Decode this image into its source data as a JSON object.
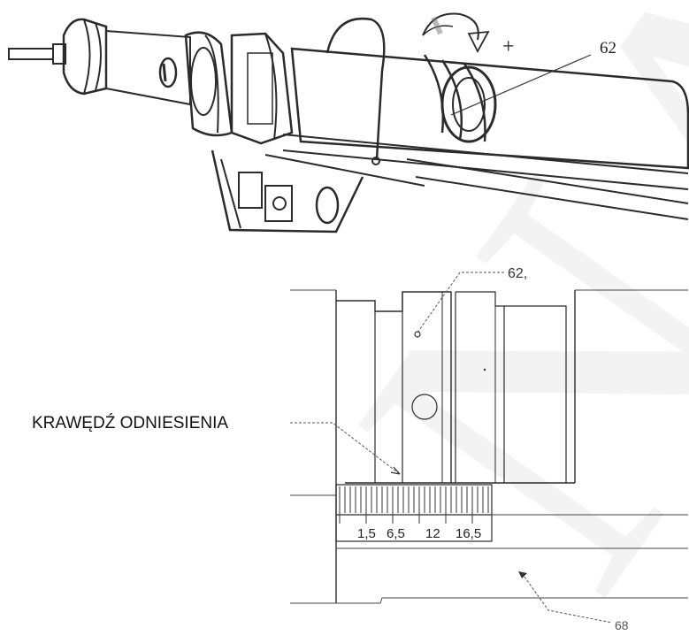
{
  "top_view": {
    "rotation_sign": "+",
    "part_callout": "62"
  },
  "detail_view": {
    "part_callout_top": "62,",
    "part_callout_bottom": "68",
    "reference_edge_label": "KRAWĘDŹ ODNIESIENIA",
    "scale_values": [
      "1,5",
      "6,5",
      "12",
      "16,5"
    ]
  },
  "watermark": {
    "text": "NAT",
    "color": "#e6e6e6"
  }
}
